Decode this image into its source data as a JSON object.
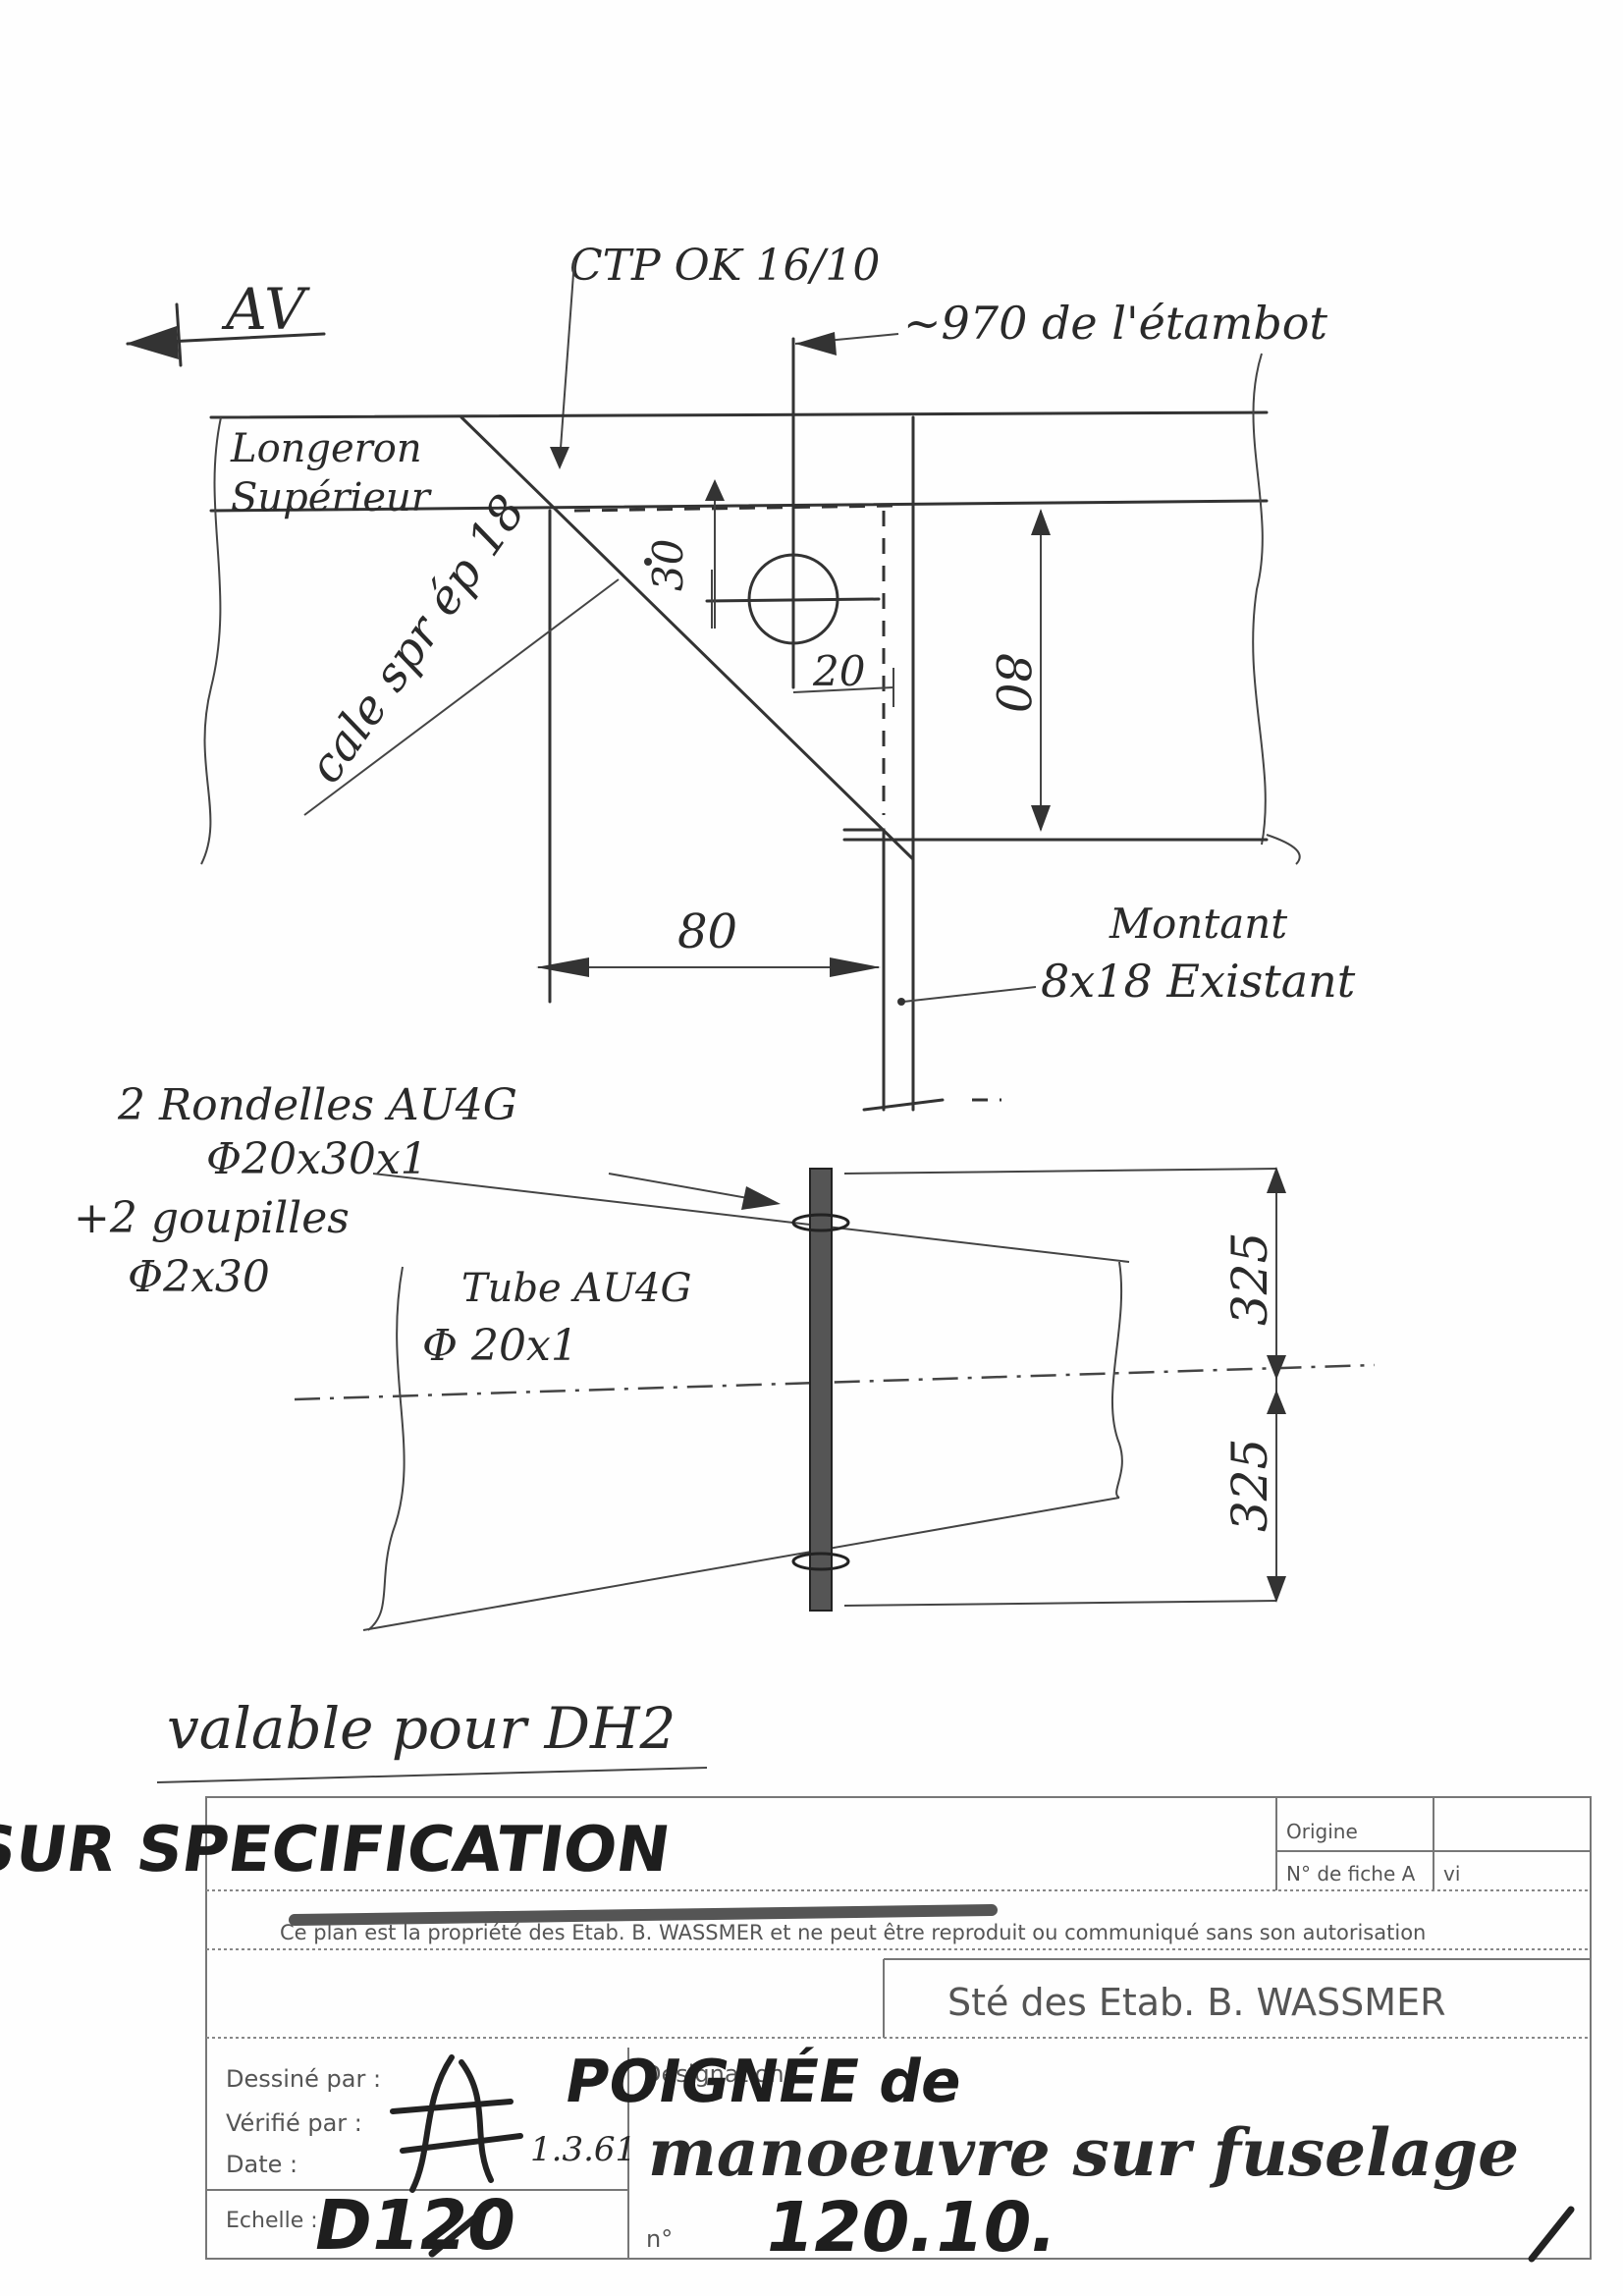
{
  "drawing": {
    "direction_label": "AV",
    "ctp_note": "CTP OK 16/10",
    "distance_note": "~970 de l'étambot",
    "longeron_line1": "Longeron",
    "longeron_line2": "Supérieur",
    "cale_note": "cale spr ép 18",
    "dim_30": "30",
    "dim_20": "20",
    "dim_80_vertical": "80",
    "dim_80_horizontal": "80",
    "montant_line1": "Montant",
    "montant_line2": "8x18 Existant",
    "rondelles_line1": "2 Rondelles AU4G",
    "rondelles_line2": "Φ20x30x1",
    "goupilles_line1": "+2 goupilles",
    "goupilles_line2": "Φ2x30",
    "tube_line1": "Tube AU4G",
    "tube_line2": "Φ 20x1",
    "dim_325_top": "325",
    "dim_325_bottom": "325",
    "valable_note": "valable pour DH2"
  },
  "title_block": {
    "stamp": "SUR SPECIFICATION",
    "confidential_notice": "Ce plan est la propriété des Etab. B. WASSMER et ne peut être reproduit ou communiqué sans son autorisation",
    "company": "Sté des Etab. B. WASSMER",
    "dessine_label": "Dessiné par :",
    "verifie_label": "Vérifié par :",
    "date_label": "Date :",
    "echelle_label": "Echelle :",
    "designation_label": "Désignation :",
    "designation_line1": "POIGNÉE de",
    "designation_line2": "manoeuvre sur fuselage",
    "number_label": "n°",
    "drawing_number": "D120",
    "part_number": "120.10.",
    "signature_date": "1.3.61",
    "corner_top_label": "Origine",
    "corner_mid_label": "N° de fiche A",
    "corner_top_value": "",
    "corner_mid_value": "vi"
  }
}
